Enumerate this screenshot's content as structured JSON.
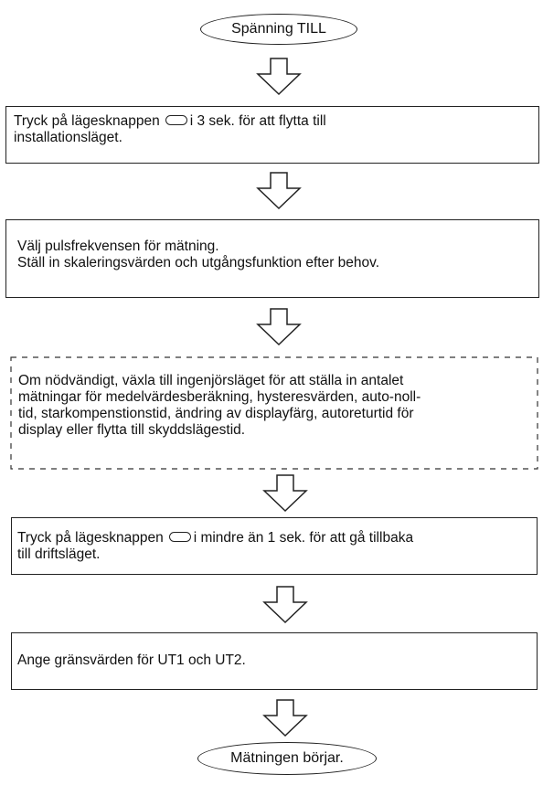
{
  "start": {
    "label": "Spänning TILL"
  },
  "step1": {
    "lines": [
      "Tryck på lägesknappen",
      "i 3 sek. för att flytta till",
      "installationsläget."
    ]
  },
  "step2": {
    "lines": [
      "Välj pulsfrekvensen för mätning.",
      "Ställ in skaleringsvärden och utgångsfunktion efter behov."
    ]
  },
  "step3": {
    "lines": [
      "Om nödvändigt, växla till ingenjörsläget för att ställa in antalet",
      "mätningar för medelvärdesberäkning, hysteresvärden, auto-noll-",
      "tid, starkompenstionstid, ändring av displayfärg, autoreturtid för",
      "display eller flytta till skyddslägestid."
    ]
  },
  "step4": {
    "lines": [
      "Tryck på lägesknappen",
      "i mindre än 1 sek. för att gå tillbaka",
      "till driftsläget."
    ]
  },
  "step5": {
    "lines": [
      "Ange gränsvärden för UT1 och UT2."
    ]
  },
  "end": {
    "label": "Mätningen börjar."
  },
  "icons": {
    "arrow": "hollow-down-arrow-icon",
    "mode_key": "mode-key-icon"
  }
}
